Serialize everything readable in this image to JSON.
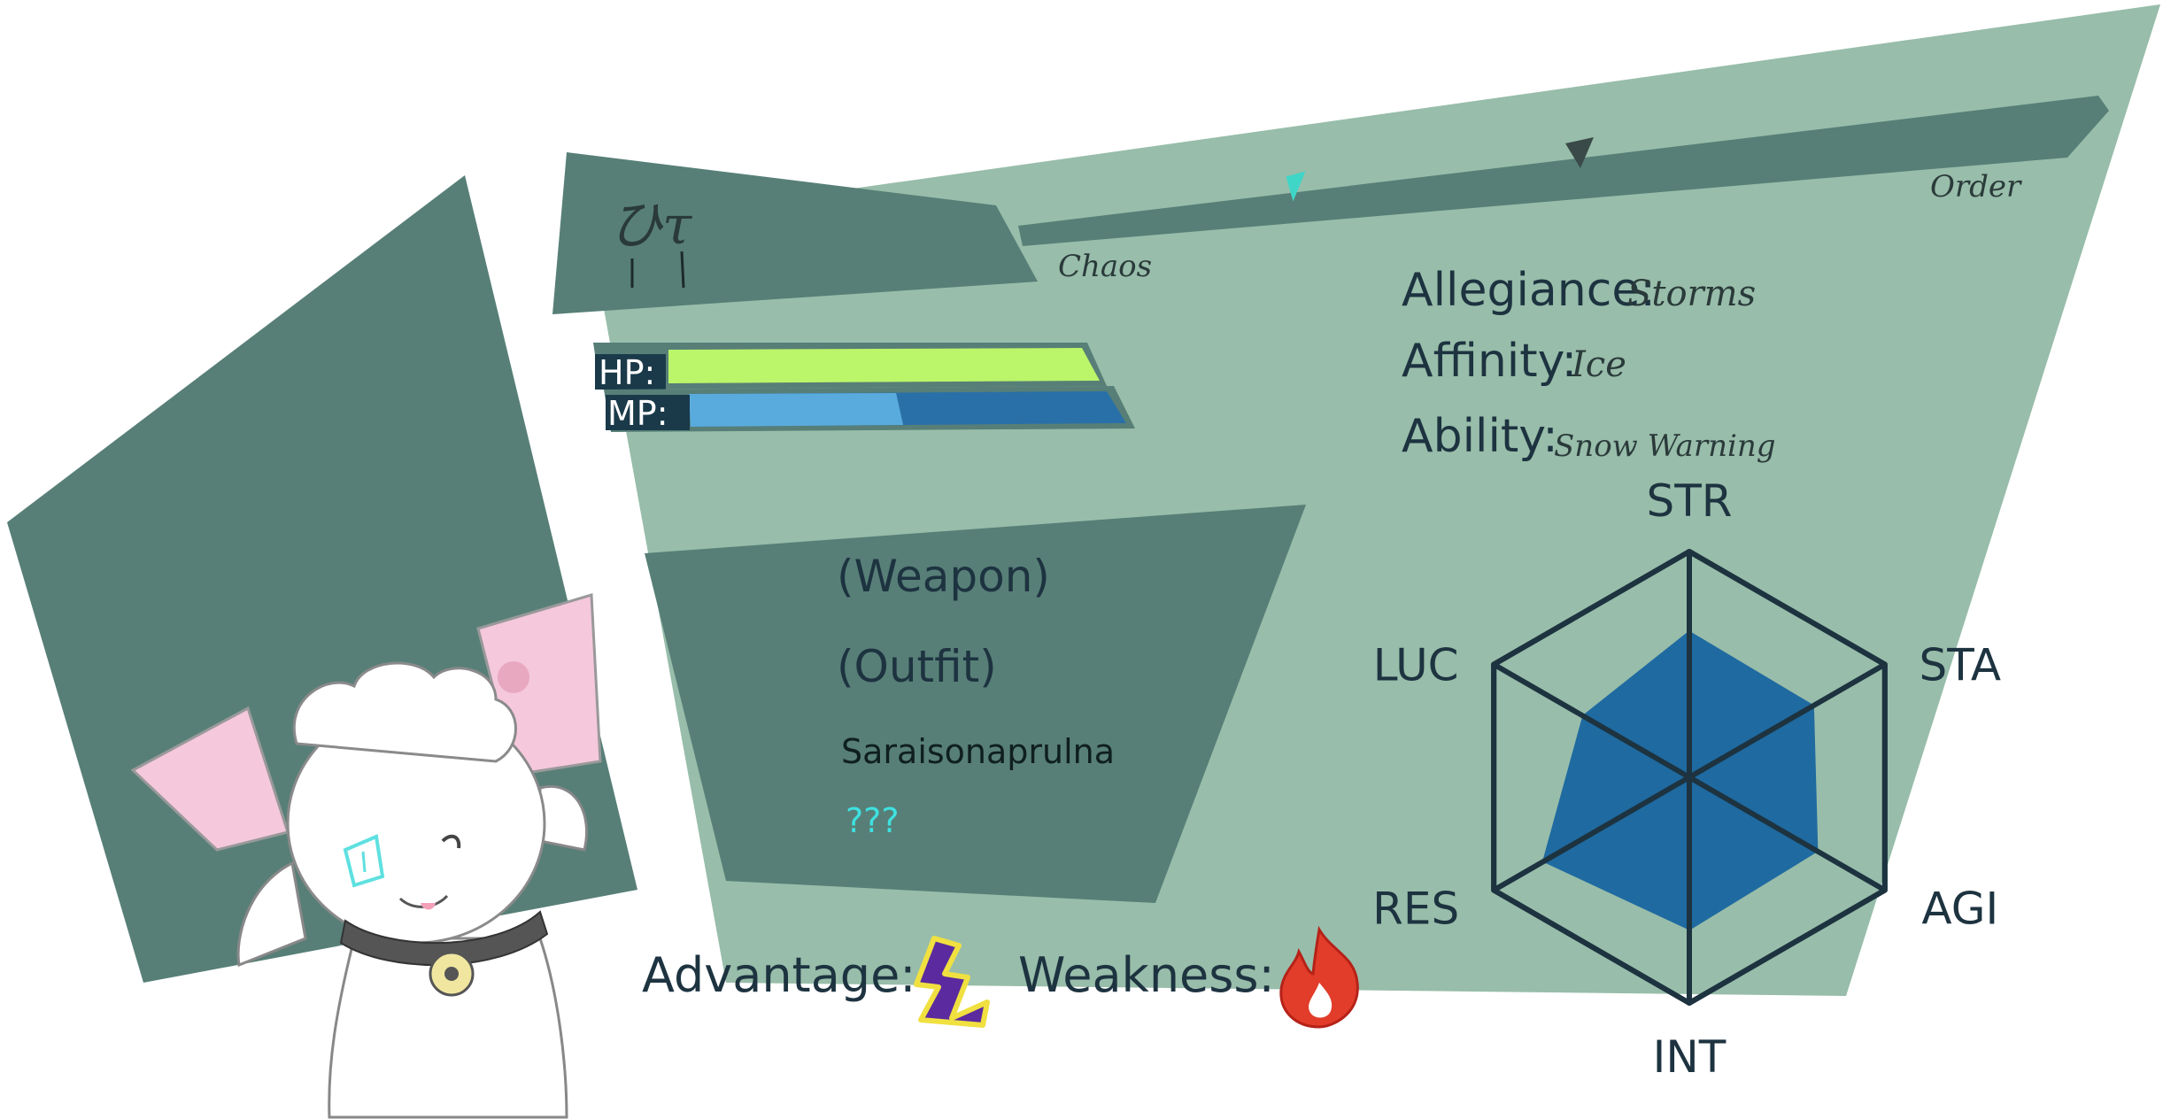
{
  "character": {
    "name_glyph": "ひτ",
    "stats_card": {
      "allegiance_label": "Allegiance:",
      "allegiance_value": "Storms",
      "affinity_label": "Affinity:",
      "affinity_value": "Ice",
      "ability_label": "Ability:",
      "ability_value": "Snow Warning"
    },
    "alignment": {
      "left_label": "Chaos",
      "right_label": "Order",
      "marker_position": 0.25,
      "marker_color": "#3fd6c8"
    },
    "bars": {
      "hp_label": "HP:",
      "hp_fill": 1.0,
      "hp_color": "#bbf56a",
      "mp_label": "MP:",
      "mp_fill": 0.49,
      "mp_color": "#5aabdd",
      "mp_empty_color": "#2a70a8"
    },
    "equipment": {
      "weapon": "(Weapon)",
      "outfit": "(Outfit)",
      "item": "Saraisonaprulna",
      "unknown": "???"
    },
    "matchups": {
      "advantage_label": "Advantage:",
      "advantage_icon": "lightning-icon",
      "weakness_label": "Weakness:",
      "weakness_icon": "fire-icon"
    },
    "radar": {
      "labels": [
        "STR",
        "STA",
        "AGI",
        "INT",
        "RES",
        "LUC"
      ],
      "values": [
        0.63,
        0.62,
        0.64,
        0.66,
        0.73,
        0.53
      ],
      "fill_color": "#1f6aa0"
    }
  },
  "colors": {
    "panel_light": "#98bdaa",
    "panel_dark": "#577f77",
    "ink": "#1d3340"
  }
}
